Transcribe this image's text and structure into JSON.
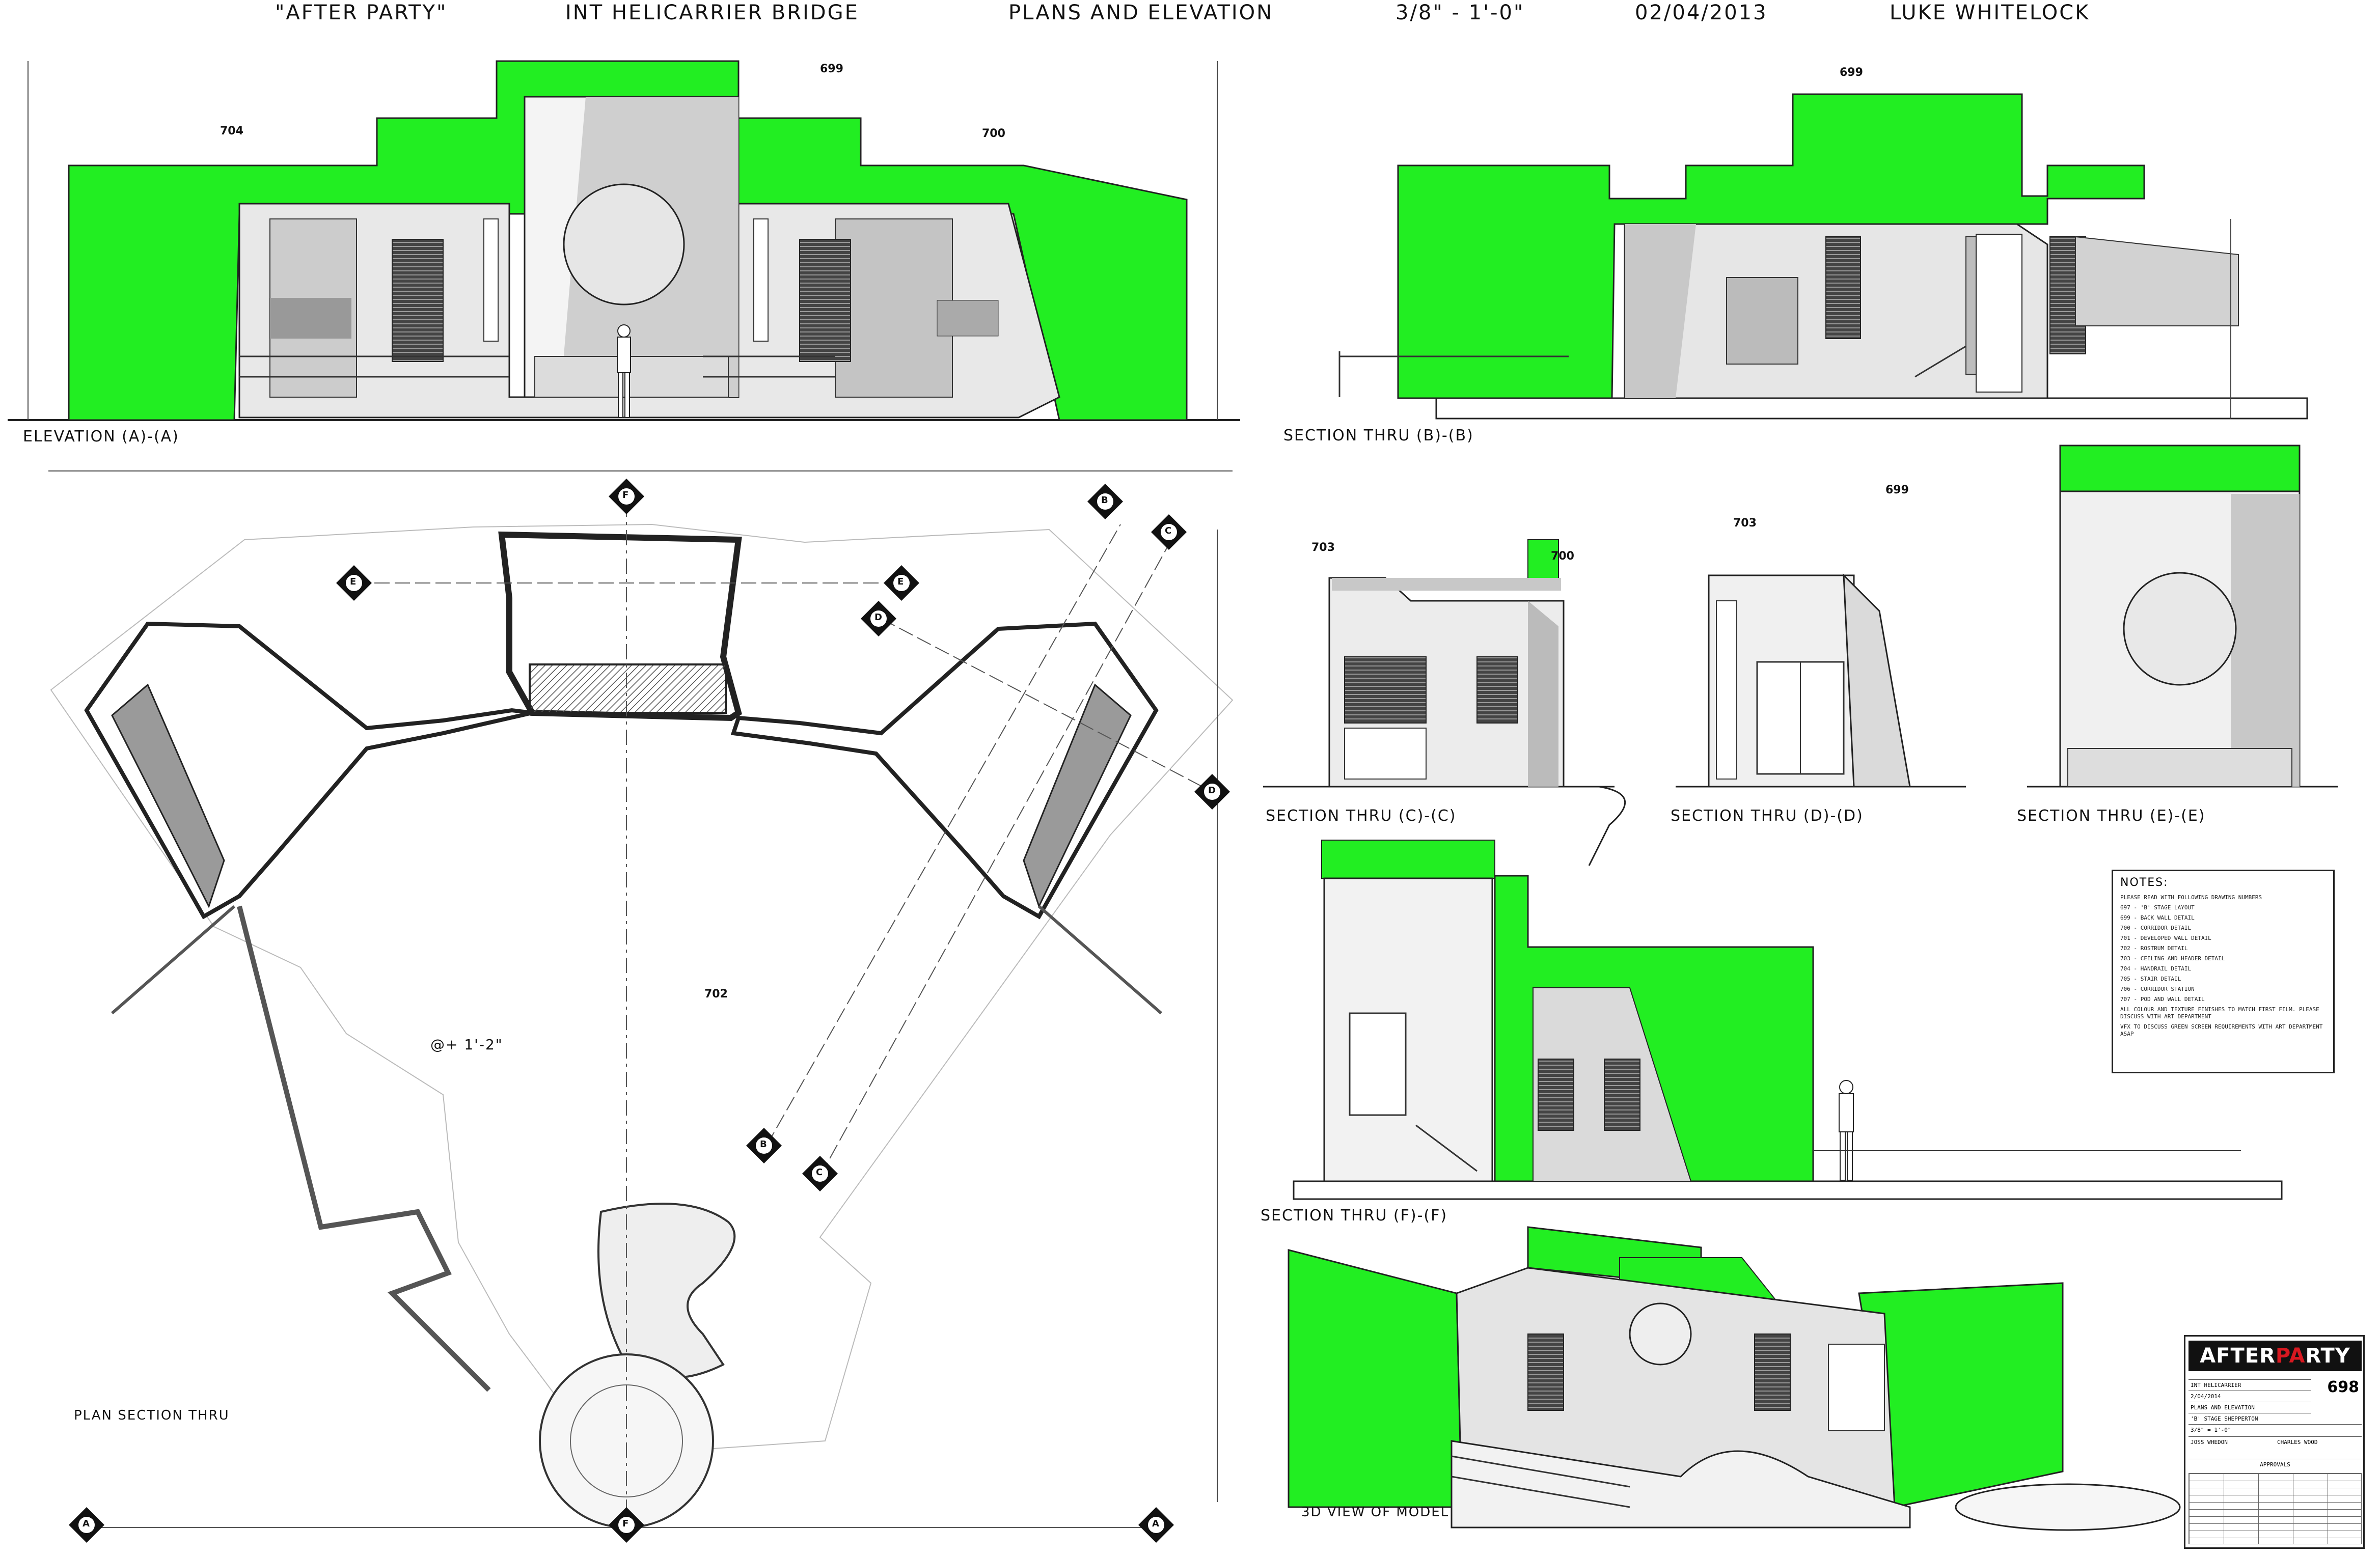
{
  "header": {
    "project": "\"AFTER PARTY\"",
    "set": "INT HELICARRIER BRIDGE",
    "sheet_type": "PLANS AND ELEVATION",
    "scale": "3/8\" - 1'-0\"",
    "date": "02/04/2013",
    "author": "LUKE WHITELOCK"
  },
  "views": {
    "elevation": "ELEVATION (A)-(A)",
    "section_b": "SECTION THRU (B)-(B)",
    "section_c": "SECTION THRU (C)-(C)",
    "section_d": "SECTION THRU (D)-(D)",
    "section_e": "SECTION THRU (E)-(E)",
    "section_f": "SECTION THRU (F)-(F)",
    "plan": "PLAN SECTION THRU",
    "model": "3D VIEW OF MODEL"
  },
  "detail_numbers": {
    "handrail": "704",
    "back_wall": "699",
    "corridor": "700",
    "pipe_grille": "699",
    "ceiling_header": "703",
    "corridor_wall": "700",
    "pod_wall": "703",
    "additional_wall": "699",
    "rostrum": "702"
  },
  "plan": {
    "level": "@+ 1'-2\"",
    "markers": [
      "A",
      "A",
      "B",
      "B",
      "C",
      "C",
      "D",
      "D",
      "E",
      "E",
      "F",
      "F"
    ]
  },
  "notes": {
    "title": "NOTES:",
    "items": [
      "PLEASE READ WITH FOLLOWING DRAWING NUMBERS",
      "697 - 'B' STAGE LAYOUT",
      "699 - BACK WALL DETAIL",
      "700 - CORRIDOR DETAIL",
      "701 - DEVELOPED WALL DETAIL",
      "702 - ROSTRUM DETAIL",
      "703 - CEILING AND HEADER DETAIL",
      "704 - HANDRAIL DETAIL",
      "705 - STAIR DETAIL",
      "706 - CORRIDOR STATION",
      "707 - POD AND WALL DETAIL",
      "ALL COLOUR AND TEXTURE FINISHES TO MATCH FIRST FILM. PLEASE DISCUSS WITH ART DEPARTMENT",
      "VFX TO DISCUSS GREEN SCREEN REQUIREMENTS WITH ART DEPARTMENT ASAP"
    ]
  },
  "title_block": {
    "logo_a": "AFTER",
    "logo_b": "PA",
    "logo_c": "RTY",
    "drawing_no": "698",
    "set_name": "INT HELICARRIER",
    "sheet": "PLANS AND ELEVATION",
    "stage": "'B' STAGE SHEPPERTON",
    "scale": "3/8\" = 1'-0\"",
    "designer": "JOSS WHEDON",
    "art_director": "CHARLES WOOD",
    "date": "2/04/2014",
    "approvals": "APPROVALS"
  },
  "colors": {
    "green_screen": "#22ee22",
    "line": "#222222",
    "grey": "#c8c8c8"
  }
}
